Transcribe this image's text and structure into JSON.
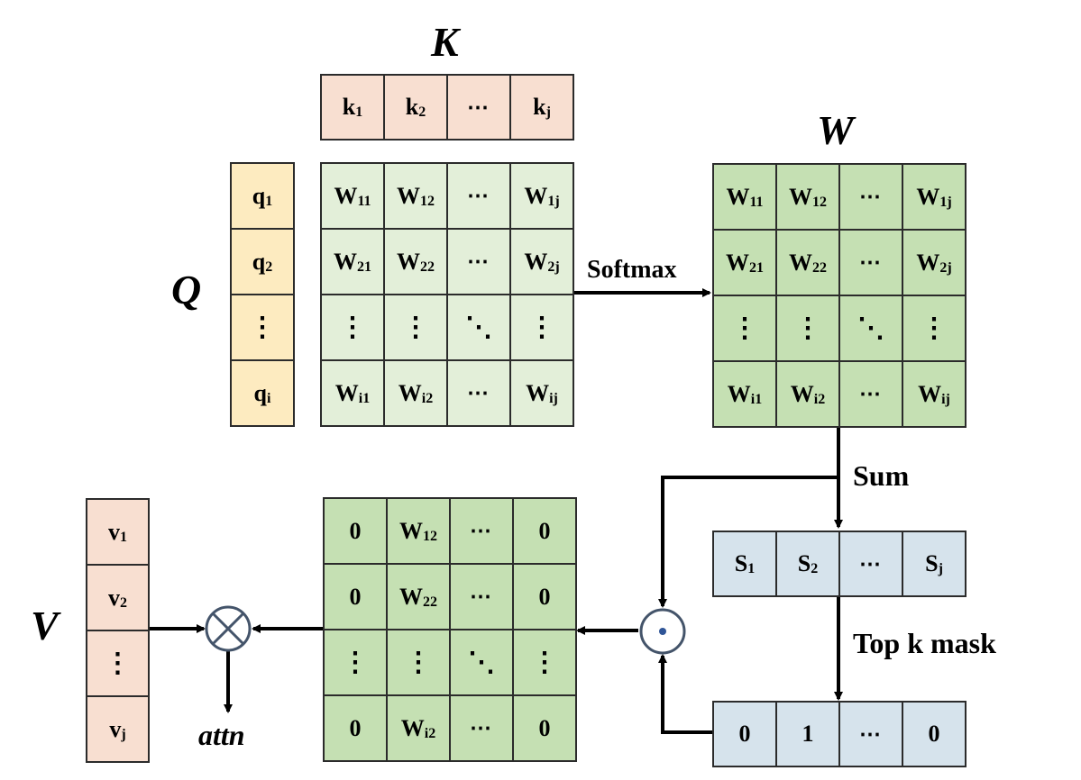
{
  "labels": {
    "K": "K",
    "Q": "Q",
    "W": "W",
    "V": "V",
    "softmax": "Softmax",
    "sum": "Sum",
    "topk": "Top k mask",
    "attn": "attn"
  },
  "colors": {
    "k": "#f8dfd1",
    "q": "#fdebc0",
    "w_light": "#e3efd9",
    "w_dark": "#c5e0b3",
    "s": "#d6e3ec",
    "v": "#f8dfd1",
    "border": "#2b2b2b",
    "op_circle": "#44546a"
  },
  "k_row": [
    {
      "m": "k",
      "s": "1"
    },
    {
      "m": "k",
      "s": "2"
    },
    {
      "m": "⋯",
      "s": ""
    },
    {
      "m": "k",
      "s": "j"
    }
  ],
  "q_col": [
    {
      "m": "q",
      "s": "1"
    },
    {
      "m": "q",
      "s": "2"
    },
    {
      "m": "⋮",
      "s": ""
    },
    {
      "m": "q",
      "s": "i"
    }
  ],
  "w_matrix": [
    [
      {
        "m": "W",
        "s": "11"
      },
      {
        "m": "W",
        "s": "12"
      },
      {
        "m": "⋯",
        "s": ""
      },
      {
        "m": "W",
        "s": "1j"
      }
    ],
    [
      {
        "m": "W",
        "s": "21"
      },
      {
        "m": "W",
        "s": "22"
      },
      {
        "m": "⋯",
        "s": ""
      },
      {
        "m": "W",
        "s": "2j"
      }
    ],
    [
      {
        "m": "⋮",
        "s": ""
      },
      {
        "m": "⋮",
        "s": ""
      },
      {
        "m": "⋱",
        "s": ""
      },
      {
        "m": "⋮",
        "s": ""
      }
    ],
    [
      {
        "m": "W",
        "s": "i1"
      },
      {
        "m": "W",
        "s": "i2"
      },
      {
        "m": "⋯",
        "s": ""
      },
      {
        "m": "W",
        "s": "ij"
      }
    ]
  ],
  "s_row": [
    {
      "m": "S",
      "s": "1"
    },
    {
      "m": "S",
      "s": "2"
    },
    {
      "m": "⋯",
      "s": ""
    },
    {
      "m": "S",
      "s": "j"
    }
  ],
  "mask_row": [
    {
      "m": "0",
      "s": ""
    },
    {
      "m": "1",
      "s": ""
    },
    {
      "m": "⋯",
      "s": ""
    },
    {
      "m": "0",
      "s": ""
    }
  ],
  "masked_matrix": [
    [
      {
        "m": "0",
        "s": ""
      },
      {
        "m": "W",
        "s": "12"
      },
      {
        "m": "⋯",
        "s": ""
      },
      {
        "m": "0",
        "s": ""
      }
    ],
    [
      {
        "m": "0",
        "s": ""
      },
      {
        "m": "W",
        "s": "22"
      },
      {
        "m": "⋯",
        "s": ""
      },
      {
        "m": "0",
        "s": ""
      }
    ],
    [
      {
        "m": "⋮",
        "s": ""
      },
      {
        "m": "⋮",
        "s": ""
      },
      {
        "m": "⋱",
        "s": ""
      },
      {
        "m": "⋮",
        "s": ""
      }
    ],
    [
      {
        "m": "0",
        "s": ""
      },
      {
        "m": "W",
        "s": "i2"
      },
      {
        "m": "⋯",
        "s": ""
      },
      {
        "m": "0",
        "s": ""
      }
    ]
  ],
  "v_col": [
    {
      "m": "v",
      "s": "1"
    },
    {
      "m": "v",
      "s": "2"
    },
    {
      "m": "⋮",
      "s": ""
    },
    {
      "m": "v",
      "s": "j"
    }
  ]
}
